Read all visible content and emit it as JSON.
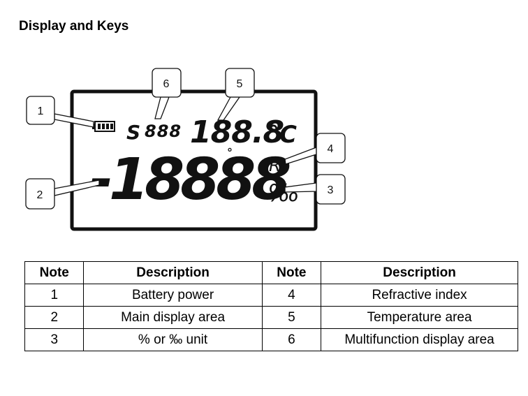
{
  "page": {
    "title": "Display and Keys"
  },
  "display": {
    "battery_icon": "battery-icon",
    "multifunction_prefix": "S",
    "multifunction_digits": "888",
    "temperature_digits": "188.8",
    "temperature_unit": "°C",
    "main_digits": "-18888",
    "main_degree": "°",
    "ri_label": "RI",
    "permille_label": "‰"
  },
  "callouts": [
    "1",
    "2",
    "3",
    "4",
    "5",
    "6"
  ],
  "table": {
    "headers": [
      "Note",
      "Description",
      "Note",
      "Description"
    ],
    "rows": [
      [
        "1",
        "Battery power",
        "4",
        "Refractive index"
      ],
      [
        "2",
        "Main display area",
        "5",
        "Temperature area"
      ],
      [
        "3",
        "% or ‰ unit",
        "6",
        "Multifunction display area"
      ]
    ]
  },
  "colors": {
    "lcd_border": "#111111",
    "lcd_background": "#ffffff",
    "text": "#000000"
  }
}
